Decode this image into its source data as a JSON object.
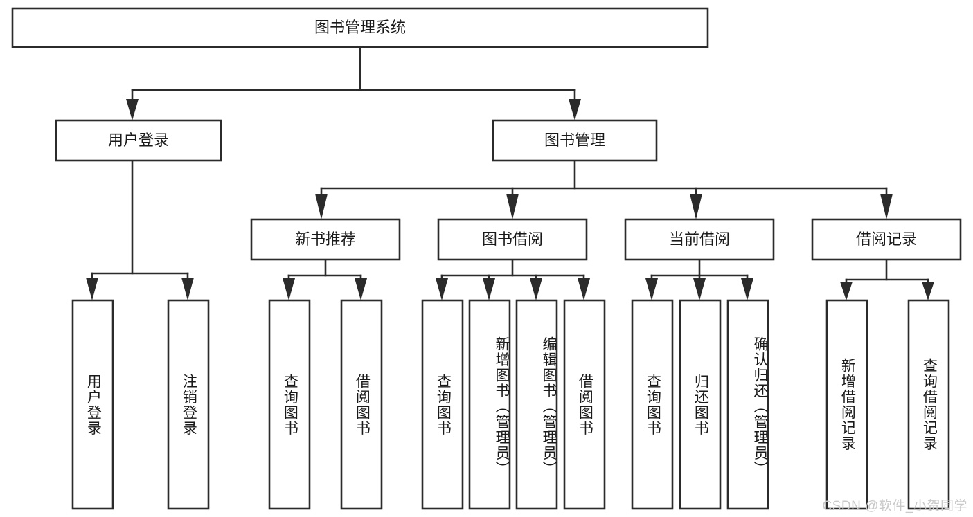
{
  "diagram": {
    "title_node": {
      "label": "图书管理系统"
    },
    "level1": [
      {
        "id": "user-login",
        "label": "用户登录"
      },
      {
        "id": "book-management",
        "label": "图书管理"
      }
    ],
    "level2": [
      {
        "id": "new-book-recommend",
        "label": "新书推荐",
        "parent": "book-management"
      },
      {
        "id": "book-borrow",
        "label": "图书借阅",
        "parent": "book-management"
      },
      {
        "id": "current-borrow",
        "label": "当前借阅",
        "parent": "book-management"
      },
      {
        "id": "borrow-record",
        "label": "借阅记录",
        "parent": "book-management"
      }
    ],
    "leaves": [
      {
        "id": "leaf-user-login",
        "label": "用户登录",
        "parent": "user-login"
      },
      {
        "id": "leaf-logout-login",
        "label": "注销登录",
        "parent": "user-login"
      },
      {
        "id": "leaf-query-book-1",
        "label": "查询图书",
        "parent": "new-book-recommend"
      },
      {
        "id": "leaf-borrow-book-1",
        "label": "借阅图书",
        "parent": "new-book-recommend"
      },
      {
        "id": "leaf-query-book-2",
        "label": "查询图书",
        "parent": "book-borrow"
      },
      {
        "id": "leaf-add-book",
        "label": "新增图书（管理员）",
        "parent": "book-borrow"
      },
      {
        "id": "leaf-edit-book",
        "label": "编辑图书（管理员）",
        "parent": "book-borrow"
      },
      {
        "id": "leaf-borrow-book-2",
        "label": "借阅图书",
        "parent": "book-borrow"
      },
      {
        "id": "leaf-query-book-3",
        "label": "查询图书",
        "parent": "current-borrow"
      },
      {
        "id": "leaf-return-book",
        "label": "归还图书",
        "parent": "current-borrow"
      },
      {
        "id": "leaf-confirm-return",
        "label": "确认归还（管理员）",
        "parent": "current-borrow"
      },
      {
        "id": "leaf-add-record",
        "label": "新增借阅记录",
        "parent": "borrow-record"
      },
      {
        "id": "leaf-query-record",
        "label": "查询借阅记录",
        "parent": "borrow-record"
      }
    ],
    "watermark": "CSDN @软件_小贺同学",
    "colors": {
      "stroke": "#2b2b2b",
      "fill": "#ffffff",
      "text": "#1a1a1a",
      "watermark": "#c9c9c9"
    }
  }
}
